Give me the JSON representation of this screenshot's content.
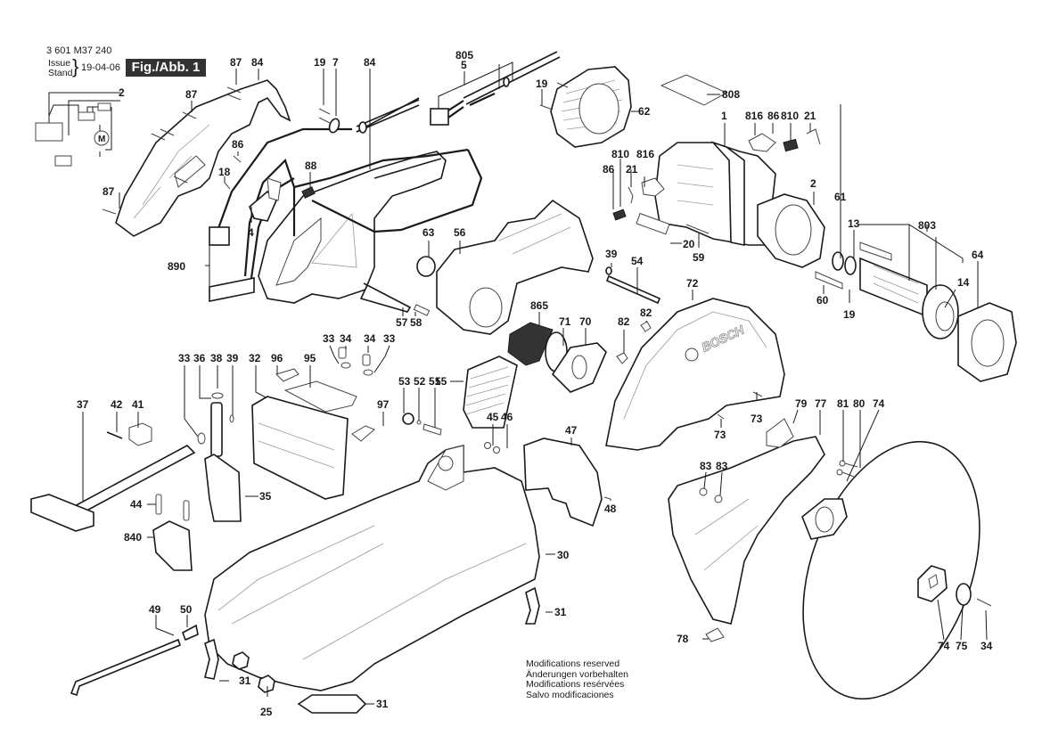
{
  "header": {
    "document_number": "3 601 M37 240",
    "issue_label_en": "Issue",
    "issue_label_de": "Stand",
    "issue_date": "19-04-06",
    "figure_label": "Fig./Abb. 1"
  },
  "brand_logo_text": "BOSCH",
  "schematic": {
    "motor_symbol": "M",
    "switch_label": "2"
  },
  "notes": [
    "Modifications reserved",
    "Änderungen vorbehalten",
    "Modifications resérvées",
    "Salvo modificaciones"
  ],
  "callouts": {
    "c87a": "87",
    "c84a": "84",
    "c87b": "87",
    "c87c": "87",
    "c19a": "19",
    "c7": "7",
    "c84b": "84",
    "c86a": "86",
    "c18": "18",
    "c88": "88",
    "c4": "4",
    "c890": "890",
    "c805": "805",
    "c5": "5",
    "c19b": "19",
    "c62": "62",
    "c808": "808",
    "c1": "1",
    "c816a": "816",
    "c86b": "86",
    "c810a": "810",
    "c21a": "21",
    "c810b": "810",
    "c816b": "816",
    "c86c": "86",
    "c21b": "21",
    "c20": "20",
    "c59": "59",
    "c2": "2",
    "c61": "61",
    "c13": "13",
    "c803": "803",
    "c64": "64",
    "c14": "14",
    "c60": "60",
    "c19c": "19",
    "c63": "63",
    "c56": "56",
    "c39a": "39",
    "c54": "54",
    "c57": "57",
    "c58": "58",
    "c865": "865",
    "c71": "71",
    "c70": "70",
    "c82a": "82",
    "c82b": "82",
    "c72": "72",
    "c33a": "33",
    "c34a": "34",
    "c34b": "34",
    "c33b": "33",
    "c33c": "33",
    "c36": "36",
    "c38": "38",
    "c39b": "39",
    "c32": "32",
    "c96": "96",
    "c95": "95",
    "c97": "97",
    "c55": "55",
    "c53": "53",
    "c52": "52",
    "c51": "51",
    "c45": "45",
    "c46": "46",
    "c47": "47",
    "c48": "48",
    "c37": "37",
    "c42": "42",
    "c41": "41",
    "c35": "35",
    "c44": "44",
    "c840": "840",
    "c73a": "73",
    "c73b": "73",
    "c79": "79",
    "c77": "77",
    "c81": "81",
    "c80": "80",
    "c74a": "74",
    "c83a": "83",
    "c83b": "83",
    "c30": "30",
    "c31a": "31",
    "c49": "49",
    "c50": "50",
    "c31b": "31",
    "c25": "25",
    "c31c": "31",
    "c78": "78",
    "c74b": "74",
    "c75": "75",
    "c34c": "34"
  }
}
